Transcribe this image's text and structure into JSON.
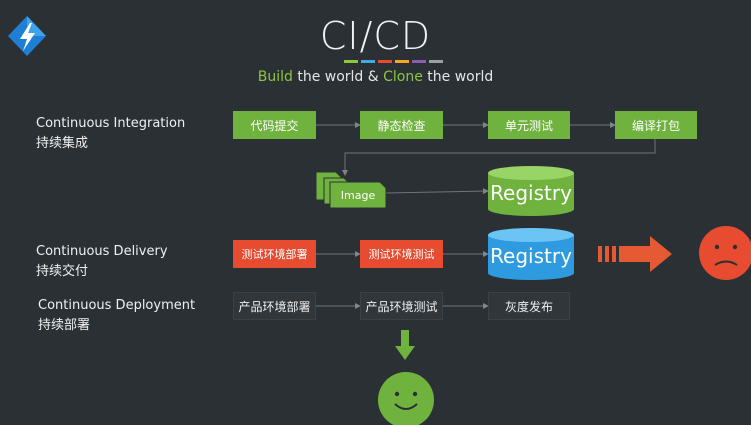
{
  "header": {
    "title": "CI/CD",
    "subtitle_parts": [
      "Build",
      " the world & ",
      "Clone",
      " the world"
    ],
    "color_bar": [
      "#8dc63f",
      "#3bb0e0",
      "#e84c30",
      "#f5a623",
      "#8e5ab8",
      "#9aa0a6"
    ]
  },
  "stages": [
    {
      "en": "Continuous Integration",
      "zh": "持续集成"
    },
    {
      "en": "Continuous Delivery",
      "zh": "持续交付"
    },
    {
      "en": "Continuous Deployment",
      "zh": "持续部署"
    }
  ],
  "ci_steps": [
    "代码提交",
    "静态检查",
    "单元测试",
    "编译打包"
  ],
  "image_label": "Image",
  "registry_label": "Registry",
  "cd_steps": [
    "测试环境部署",
    "测试环境测试"
  ],
  "deploy_steps": [
    "产品环境部署",
    "产品环境测试",
    "灰度发布"
  ],
  "colors": {
    "green": "#6fb33e",
    "red": "#e84c30",
    "blue": "#2e9be0",
    "arrow_red": "#e55a32",
    "smiley_red": "#e84c30",
    "smiley_green": "#6fb33e"
  },
  "icons": [
    "lightning-logo-icon",
    "sad-face-icon",
    "happy-face-icon"
  ]
}
